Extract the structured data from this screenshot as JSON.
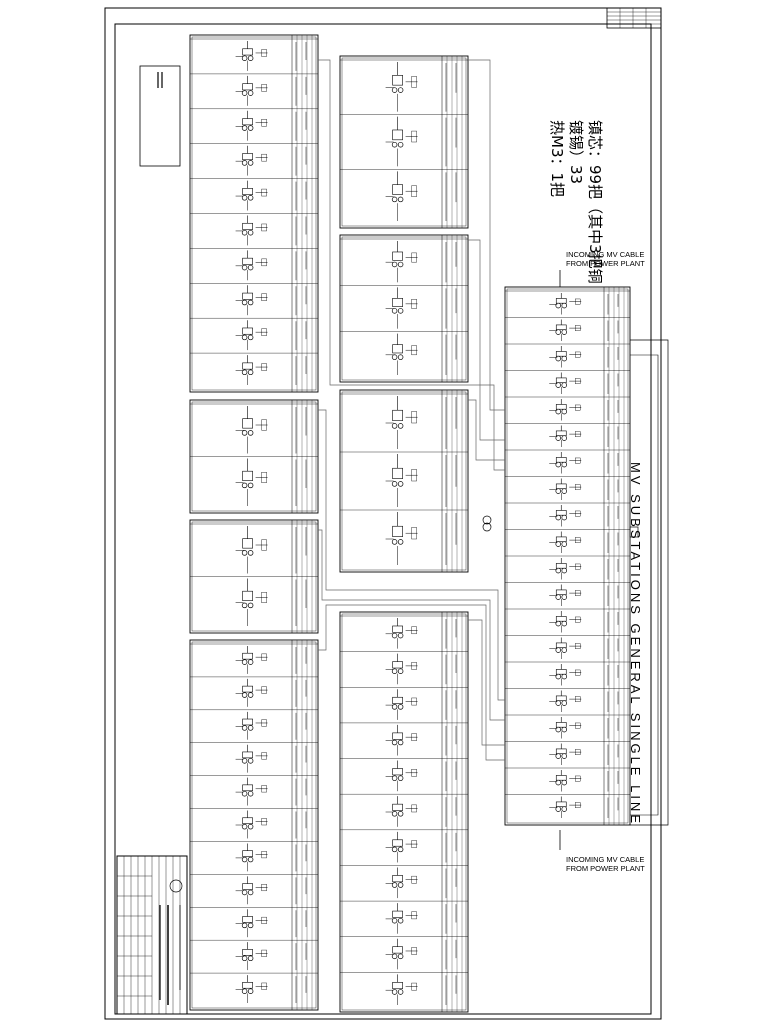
{
  "drawing": {
    "main_title": "MV SUBSTATIONS GENERAL SINGLE LINE",
    "incoming_top": [
      "INCOMING MV CABLE",
      "FROM POWER PLANT"
    ],
    "incoming_bottom": [
      "INCOMING MV CABLE",
      "FROM POWER PLANT"
    ],
    "annotation_cn": [
      "镇芯：99把（其中3把铜",
      "镀锡）33",
      "热M3：1把"
    ]
  },
  "colors": {
    "line": "#000000",
    "paper": "#ffffff",
    "feeder": "#666666"
  }
}
